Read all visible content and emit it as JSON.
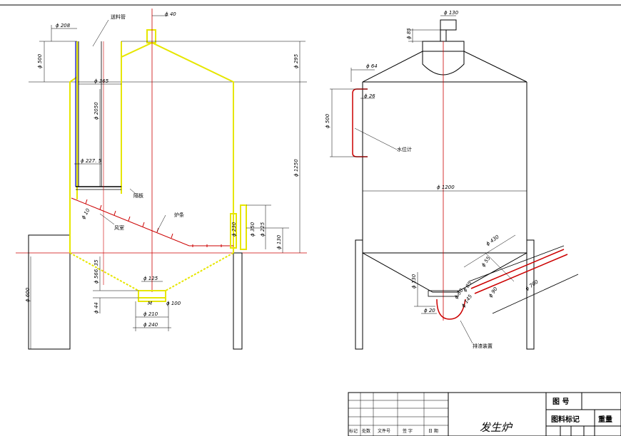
{
  "left_view": {
    "labels": {
      "feed_pipe": "送料管",
      "baffle_plate": "隔板",
      "air_chamber": "风室",
      "grate": "炉条"
    },
    "dims": {
      "d_top_shaft": "ϕ 40",
      "d_pipe": "ϕ 208",
      "d_pipe_h": "ϕ 500",
      "d_top_h": "ϕ 295",
      "d_inner": "ϕ 365",
      "d_pipe_len": "ϕ 2050",
      "d_227": "ϕ 227. 5",
      "d_body": "ϕ 1250",
      "d_grate_angle": "ϕ 10",
      "d_side1": "ϕ 230",
      "d_side2": "ϕ 350",
      "d_side3": "ϕ 225",
      "d_side4": "ϕ 130",
      "d_cone": "ϕ 566. 35",
      "d_leg": "ϕ 600",
      "d_44": "ϕ 44",
      "d_outlet1": "ϕ 125",
      "d_outlet2": "ϕ 210",
      "d_outlet3": "ϕ 240",
      "d_100": "ϕ 100",
      "d_mark": "M"
    }
  },
  "right_view": {
    "labels": {
      "water_gauge": "水位计",
      "slag_cover": "排渣装置"
    },
    "dims": {
      "d_top_w": "ϕ 130",
      "d_top_h": "ϕ 85",
      "d_64": "ϕ 64",
      "d_26": "ϕ 26",
      "d_500": "ϕ 500",
      "d_body": "ϕ 1200",
      "d_430": "ϕ 430",
      "d_55": "ϕ 55",
      "d_85": "ϕ 85",
      "d_90": "ϕ 90",
      "d_700": "ϕ 700",
      "d_130": "ϕ 130",
      "d_20": "ϕ 20",
      "d_145": "ϕ 145",
      "d_30": "ϕ 30"
    }
  },
  "title_block": {
    "drawing_title": "发生炉",
    "drawing_no_label": "图 号",
    "material_label": "图料标记",
    "weight_label": "重量",
    "col_mark": "标记",
    "col_count": "处数",
    "col_file": "文件号",
    "col_sign": "签 字",
    "col_date": "日 期"
  },
  "colors": {
    "outline": "#000000",
    "shell": "#ffff00",
    "centerline": "#cc0000",
    "pipe": "#0000cc"
  }
}
